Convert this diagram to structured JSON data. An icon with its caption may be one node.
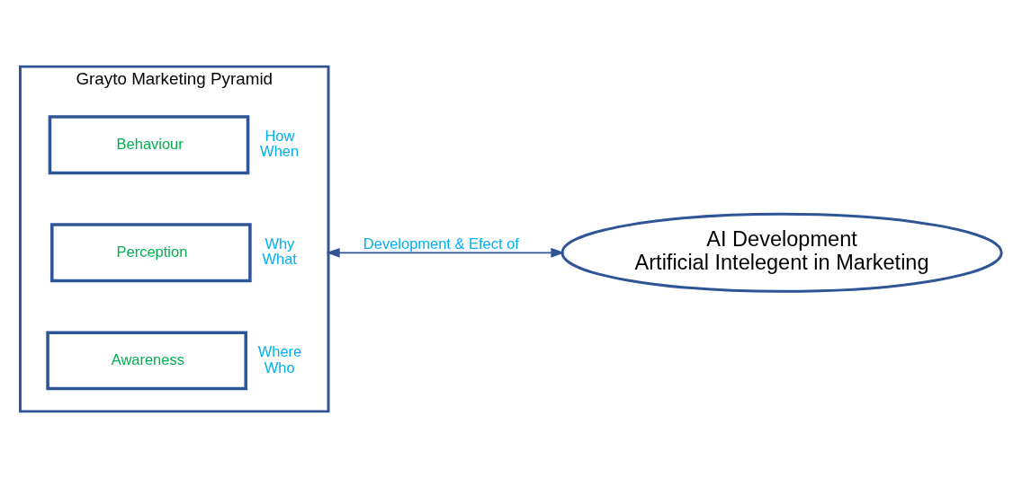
{
  "diagram": {
    "nodes": [
      {
        "text": [
          "Grayto Marketing Pyramid"
        ]
      },
      {
        "text": [
          "Behaviour"
        ],
        "in": 0,
        "beside": [
          "How",
          "When"
        ]
      },
      {
        "text": [
          "Perception"
        ],
        "in": 0,
        "beside": [
          "Why",
          "What"
        ]
      },
      {
        "text": [
          "Awareness"
        ],
        "in": 0,
        "beside": [
          "Where",
          "Who"
        ]
      },
      {
        "text": [
          "AI Development",
          "Artificial Intelegent in Marketing"
        ]
      }
    ],
    "edges": [
      {
        "from": 0,
        "to": 4,
        "arrow": "both",
        "label": "Development & Efect of"
      }
    ]
  }
}
